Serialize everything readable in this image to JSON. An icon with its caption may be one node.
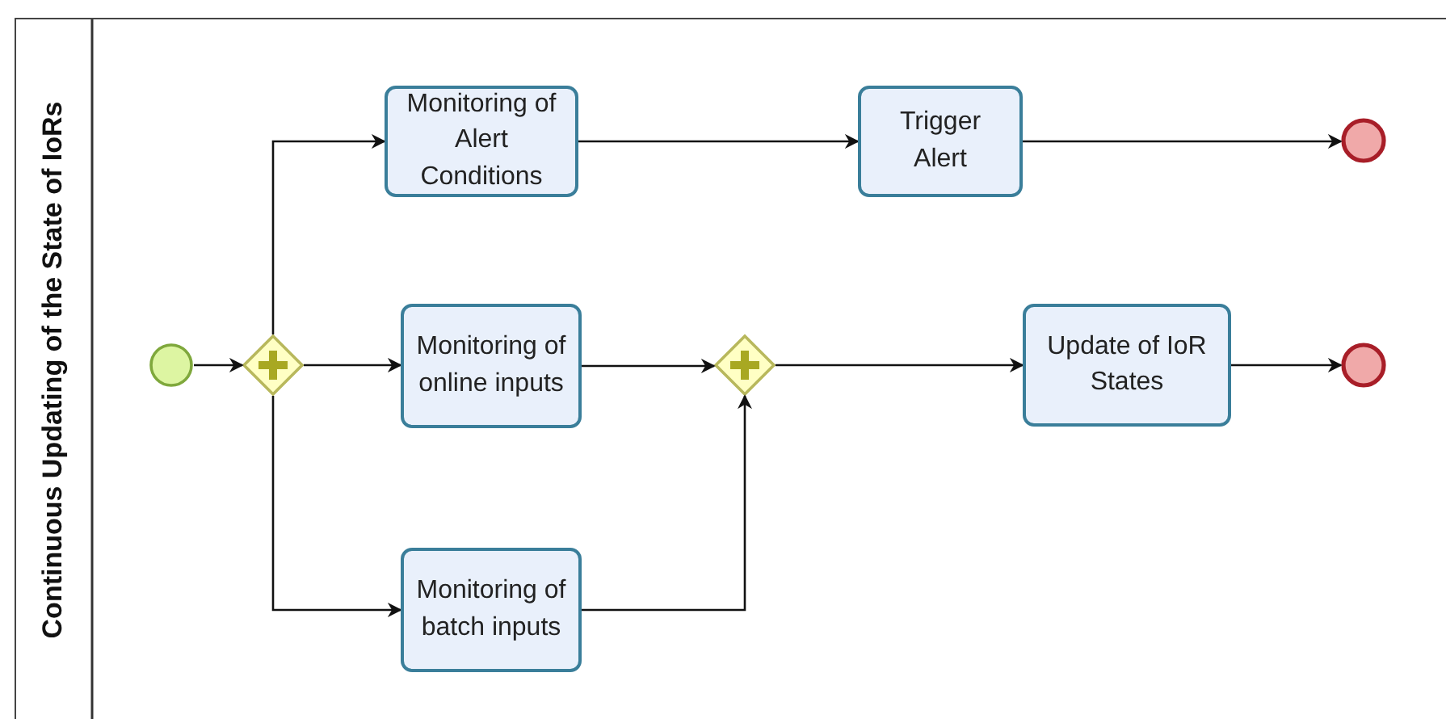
{
  "diagram": {
    "nodes": [
      {
        "text": [
          "Continuous Updating of the State of IoRs"
        ]
      },
      {
        "text": [],
        "shape": "circle",
        "in": 0
      },
      {
        "text": [],
        "shape": "diamond",
        "in": 0
      },
      {
        "text": [
          "Monitoring of Alert Conditions"
        ],
        "in": 0
      },
      {
        "text": [
          "Monitoring of online inputs"
        ],
        "in": 0
      },
      {
        "text": [
          "Monitoring of batch inputs"
        ],
        "in": 0
      },
      {
        "text": [],
        "shape": "diamond",
        "in": 0
      },
      {
        "text": [
          "Trigger Alert"
        ],
        "in": 0
      },
      {
        "text": [
          "Update of IoR States"
        ],
        "in": 0
      },
      {
        "text": [],
        "shape": "circle",
        "in": 0
      },
      {
        "text": [],
        "shape": "circle",
        "in": 0
      }
    ],
    "edges": [
      {
        "from": 1,
        "to": 2,
        "arrow": "to"
      },
      {
        "from": 2,
        "to": 3,
        "arrow": "to"
      },
      {
        "from": 2,
        "to": 4,
        "arrow": "to"
      },
      {
        "from": 2,
        "to": 5,
        "arrow": "to"
      },
      {
        "from": 3,
        "to": 7,
        "arrow": "to"
      },
      {
        "from": 4,
        "to": 6,
        "arrow": "to"
      },
      {
        "from": 5,
        "to": 6,
        "arrow": "to"
      },
      {
        "from": 6,
        "to": 8,
        "arrow": "to"
      },
      {
        "from": 7,
        "to": 9,
        "arrow": "to"
      },
      {
        "from": 8,
        "to": 10,
        "arrow": "to"
      }
    ]
  }
}
